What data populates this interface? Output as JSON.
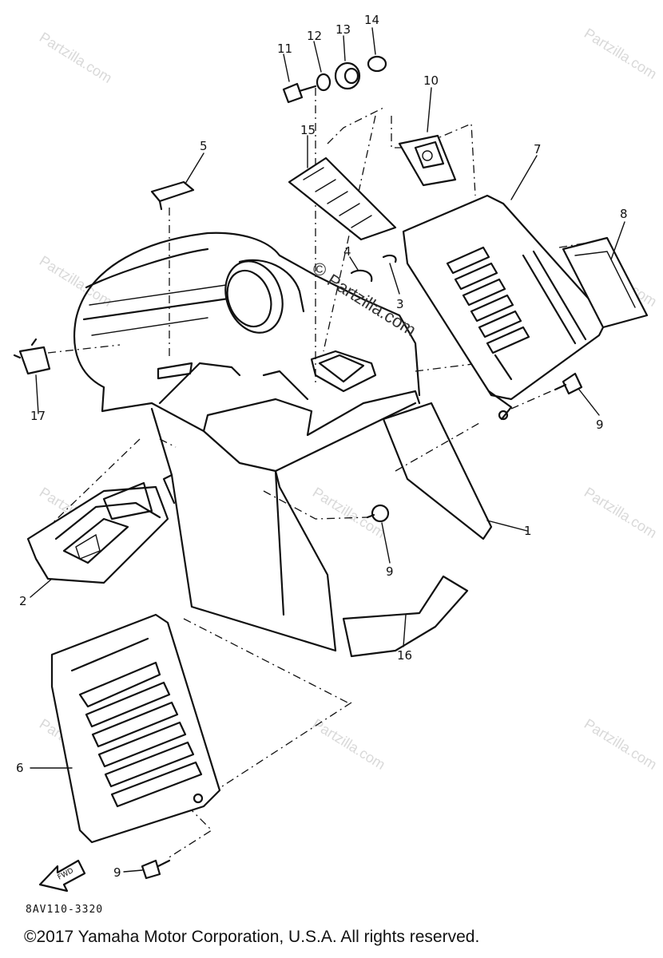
{
  "diagram": {
    "callouts": [
      "1",
      "2",
      "3",
      "4",
      "5",
      "6",
      "7",
      "8",
      "9",
      "9",
      "9",
      "10",
      "11",
      "12",
      "13",
      "14",
      "15",
      "16",
      "17"
    ],
    "direction_label": "FWD",
    "part_code": "8AV110-3320"
  },
  "watermark": {
    "text": "Partzilla.com",
    "symbol": "©"
  },
  "footer": {
    "copyright": "©2017  Yamaha Motor Corporation, U.S.A. All rights reserved."
  }
}
